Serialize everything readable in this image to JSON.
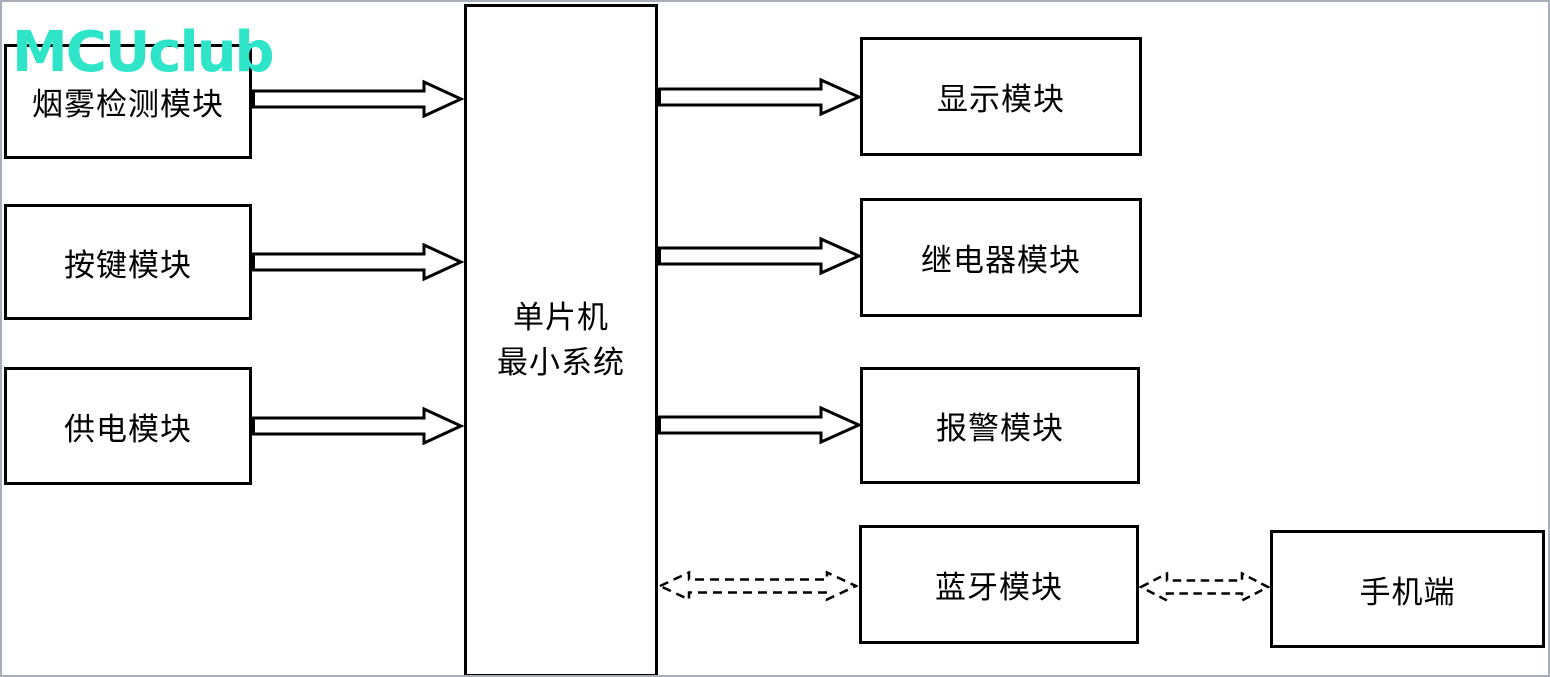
{
  "watermark": {
    "text": "MCUclub",
    "color": "#2EE5C9"
  },
  "nodes": {
    "smoke": {
      "label": "烟雾检测模块"
    },
    "key": {
      "label": "按键模块"
    },
    "power": {
      "label": "供电模块"
    },
    "mcu": {
      "line1": "单片机",
      "line2": "最小系统"
    },
    "display": {
      "label": "显示模块"
    },
    "relay": {
      "label": "继电器模块"
    },
    "alarm": {
      "label": "报警模块"
    },
    "bluetooth": {
      "label": "蓝牙模块"
    },
    "phone": {
      "label": "手机端"
    }
  },
  "connections": [
    {
      "from": "烟雾检测模块",
      "to": "单片机最小系统",
      "style": "solid-block-arrow",
      "direction": "one-way"
    },
    {
      "from": "按键模块",
      "to": "单片机最小系统",
      "style": "solid-block-arrow",
      "direction": "one-way"
    },
    {
      "from": "供电模块",
      "to": "单片机最小系统",
      "style": "solid-block-arrow",
      "direction": "one-way"
    },
    {
      "from": "单片机最小系统",
      "to": "显示模块",
      "style": "solid-block-arrow",
      "direction": "one-way"
    },
    {
      "from": "单片机最小系统",
      "to": "继电器模块",
      "style": "solid-block-arrow",
      "direction": "one-way"
    },
    {
      "from": "单片机最小系统",
      "to": "报警模块",
      "style": "solid-block-arrow",
      "direction": "one-way"
    },
    {
      "from": "单片机最小系统",
      "to": "蓝牙模块",
      "style": "dashed-block-arrow",
      "direction": "two-way"
    },
    {
      "from": "蓝牙模块",
      "to": "手机端",
      "style": "dashed-block-arrow",
      "direction": "two-way"
    }
  ],
  "colors": {
    "line": "#000000",
    "background": "#ffffff",
    "frame": "#a9afb8",
    "watermark": "#2EE5C9"
  }
}
